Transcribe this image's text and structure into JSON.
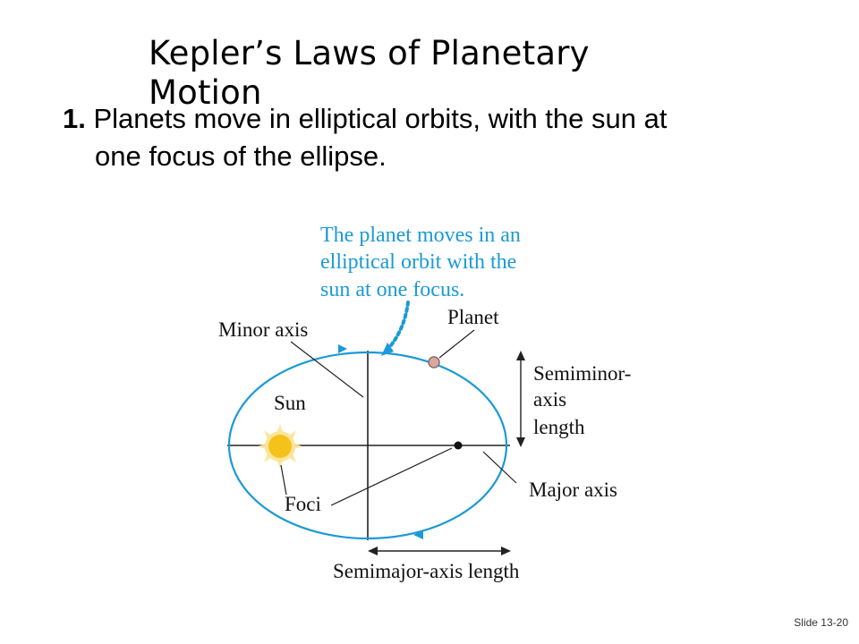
{
  "title": "Kepler’s Laws of Planetary Motion",
  "bullet": {
    "number": "1.",
    "line1": "Planets move in elliptical orbits, with the sun at",
    "line2": "one focus of the ellipse."
  },
  "diagram": {
    "callout": [
      "The planet moves in an",
      "elliptical orbit with the",
      "sun at one focus."
    ],
    "labels": {
      "planet": "Planet",
      "minor_axis": "Minor axis",
      "sun": "Sun",
      "semiminor_1": "Semiminor-",
      "semiminor_2": "axis",
      "semiminor_3": "length",
      "major_axis": "Major axis",
      "foci": "Foci",
      "semimajor": "Semimajor-axis length"
    },
    "colors": {
      "orbit": "#1b9ad6",
      "callout_text": "#1b9ad6",
      "sun": "#f5c21b",
      "sun_glow": "#fbe59a",
      "planet": "#d9a9a0"
    }
  },
  "slide_number": "Slide 13-20"
}
